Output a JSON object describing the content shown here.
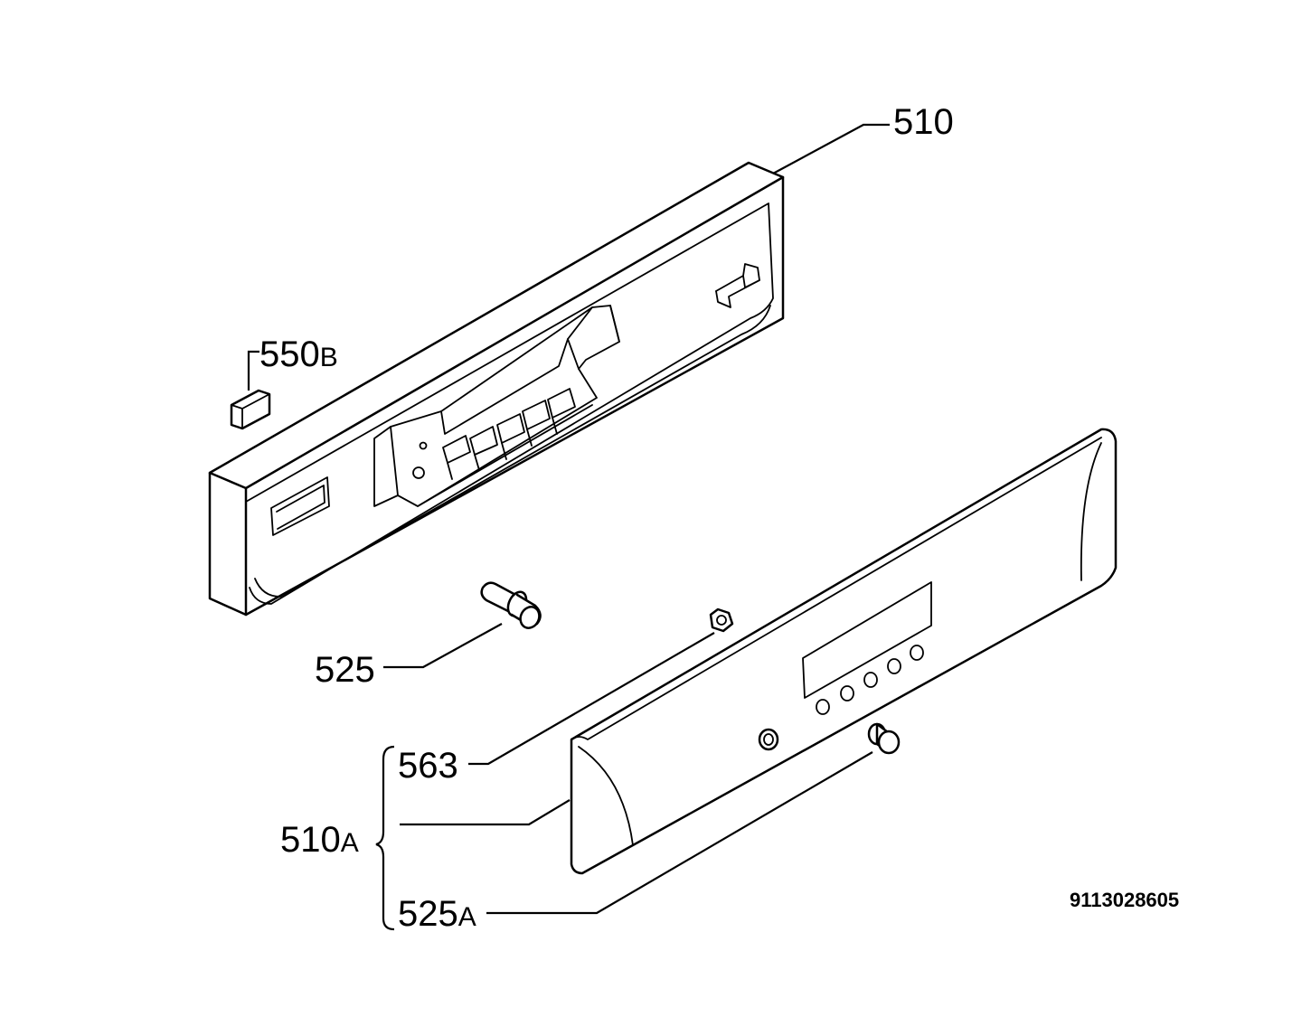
{
  "callouts": {
    "c510": {
      "main": "510",
      "suffix": ""
    },
    "c550b": {
      "main": "550",
      "suffix": "B"
    },
    "c525": {
      "main": "525",
      "suffix": ""
    },
    "c563": {
      "main": "563",
      "suffix": ""
    },
    "c510a": {
      "main": "510",
      "suffix": "A"
    },
    "c525a": {
      "main": "525",
      "suffix": "A"
    }
  },
  "document_number": "9113028605"
}
